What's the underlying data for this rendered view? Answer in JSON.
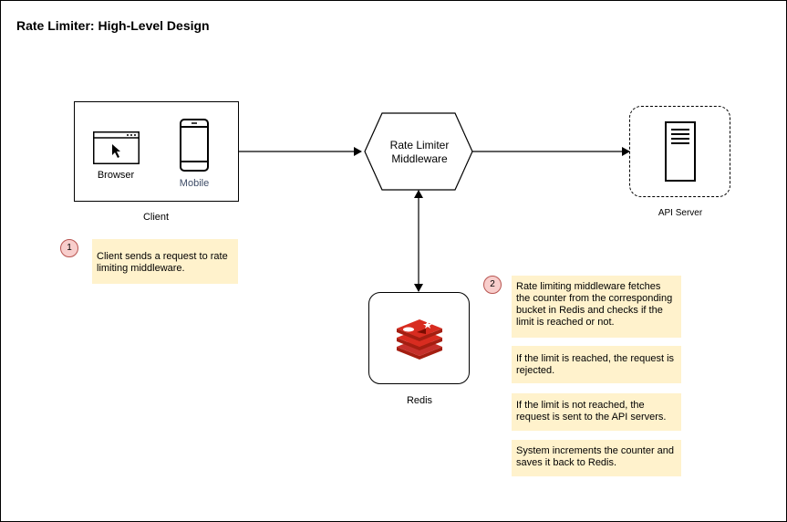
{
  "title": "Rate Limiter: High-Level Design",
  "client": {
    "label": "Client",
    "browser_label": "Browser",
    "mobile_label": "Mobile"
  },
  "middleware": {
    "label_line1": "Rate Limiter",
    "label_line2": "Middleware"
  },
  "api_server": {
    "label": "API Server"
  },
  "redis": {
    "label": "Redis"
  },
  "steps": [
    {
      "number": "1",
      "notes": [
        "Client sends a request to rate limiting middleware."
      ]
    },
    {
      "number": "2",
      "notes": [
        "Rate limiting middleware fetches the counter from the corresponding bucket in Redis and checks if the limit is reached or not.",
        "If the limit is reached, the request is rejected.",
        "If the limit is not reached, the request is sent to the API servers.",
        "System increments the counter and saves it back to Redis."
      ]
    }
  ],
  "colors": {
    "note_fill": "#fff2cc",
    "badge_fill": "#f8cecc",
    "badge_stroke": "#b85450",
    "redis_red": "#c6302b",
    "mobile_label": "#3d4b66"
  },
  "icons": [
    "browser-icon",
    "cursor-icon",
    "mobile-phone-icon",
    "server-icon",
    "redis-logo-icon"
  ]
}
